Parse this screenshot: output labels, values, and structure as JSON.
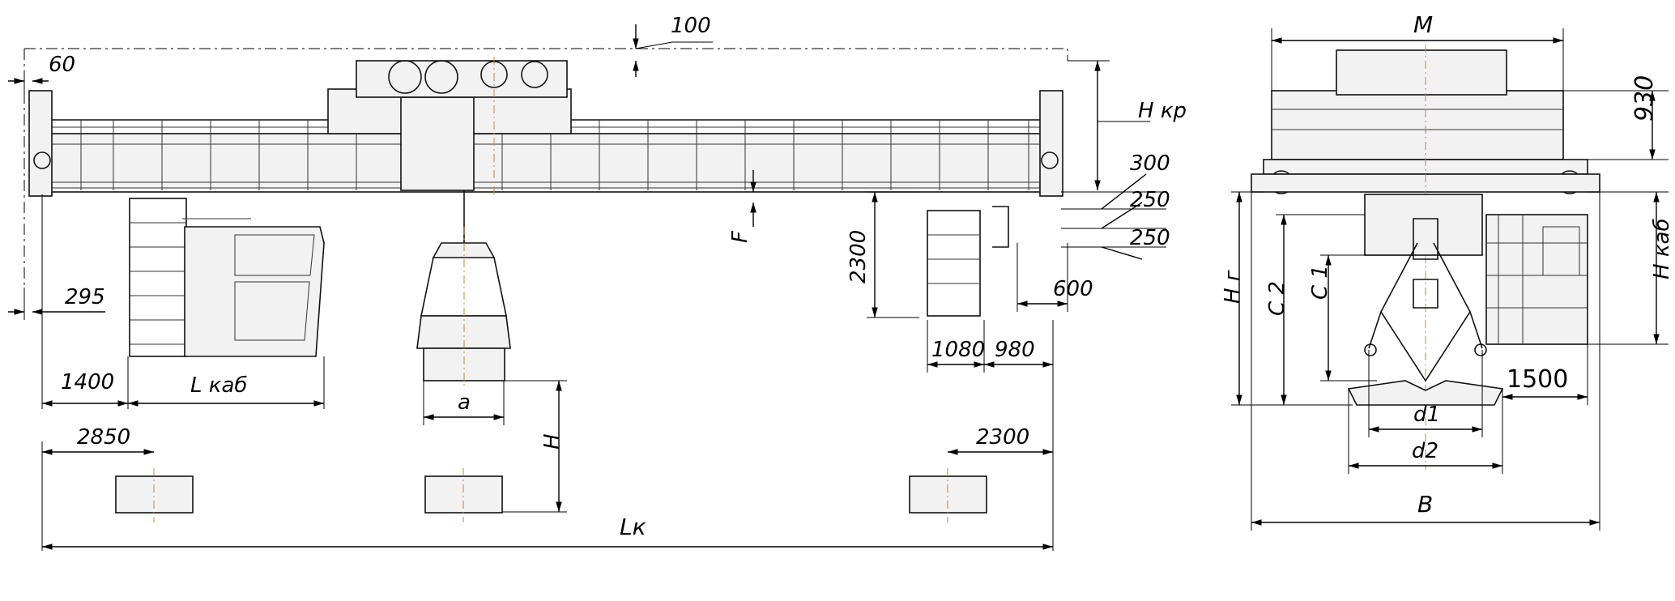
{
  "labels": {
    "d100": "100",
    "d60": "60",
    "hkr": "H кр",
    "d300": "300",
    "d250a": "250",
    "d250b": "250",
    "d2300v": "2300",
    "f": "F",
    "d295": "295",
    "d600": "600",
    "d1080": "1080",
    "d980": "980",
    "d1400": "1400",
    "lkab": "L каб",
    "a": "a",
    "d2850": "2850",
    "d2300h": "2300",
    "h": "H",
    "lk": "Lк",
    "m": "M",
    "d930": "930",
    "hg": "H г",
    "c2": "C 2",
    "c1": "C 1",
    "hkab": "H каб",
    "d1500": "1500",
    "d1": "d1",
    "d2": "d2",
    "b": "B"
  }
}
